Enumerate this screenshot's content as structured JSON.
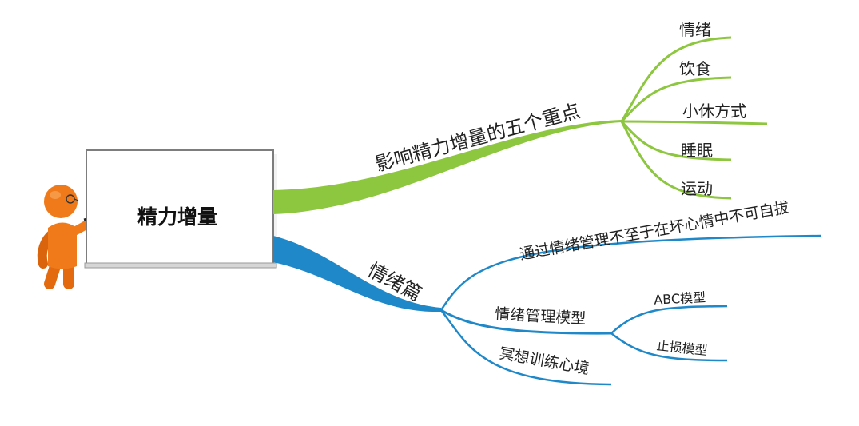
{
  "root": {
    "label": "精力增量"
  },
  "branches": [
    {
      "label": "影响精力增量的五个重点",
      "color": "#8DC63F",
      "children": [
        {
          "label": "情绪"
        },
        {
          "label": "饮食"
        },
        {
          "label": "小休方式"
        },
        {
          "label": "睡眠"
        },
        {
          "label": "运动"
        }
      ]
    },
    {
      "label": "情绪篇",
      "color": "#1E88C8",
      "children": [
        {
          "label": "通过情绪管理不至于在坏心情中不可自拔"
        },
        {
          "label": "情绪管理模型",
          "children": [
            {
              "label": "ABC模型"
            },
            {
              "label": "止损模型"
            }
          ]
        },
        {
          "label": "冥想训练心境"
        }
      ]
    }
  ],
  "icons": {
    "presenter": "presenter-figure-icon"
  }
}
